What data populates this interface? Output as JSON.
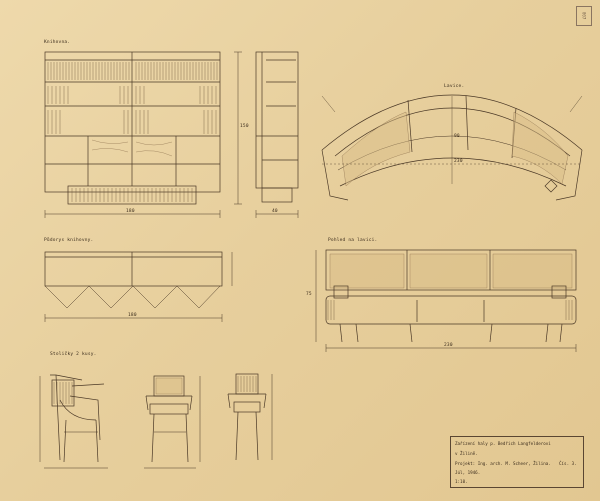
{
  "labels": {
    "bookcase": "Knihovna.",
    "bookcase_plan": "Půdorys knihovny.",
    "sofa_plan": "Lavice.",
    "sofa_view": "Pohled na lavici.",
    "chairs": "Stoličky 2 kusy."
  },
  "dimensions": {
    "bookcase_width": "180",
    "bookcase_height": "150",
    "side_depth": "40",
    "plan_width": "180",
    "sofa_span": "230",
    "sofa_depth": "90",
    "sofa_view_width": "230",
    "sofa_view_height": "75"
  },
  "title_block": {
    "line1": "Zařízení haly p. Bedřich Langfelderovi",
    "line2": "v Žilině.",
    "line3": "Projekt: Ing. arch. M. Scheer, Žilina.",
    "sheet_no": "Čís. 3.",
    "date": "Júl, 1946.",
    "scale": "1:10."
  },
  "stamp": "007"
}
